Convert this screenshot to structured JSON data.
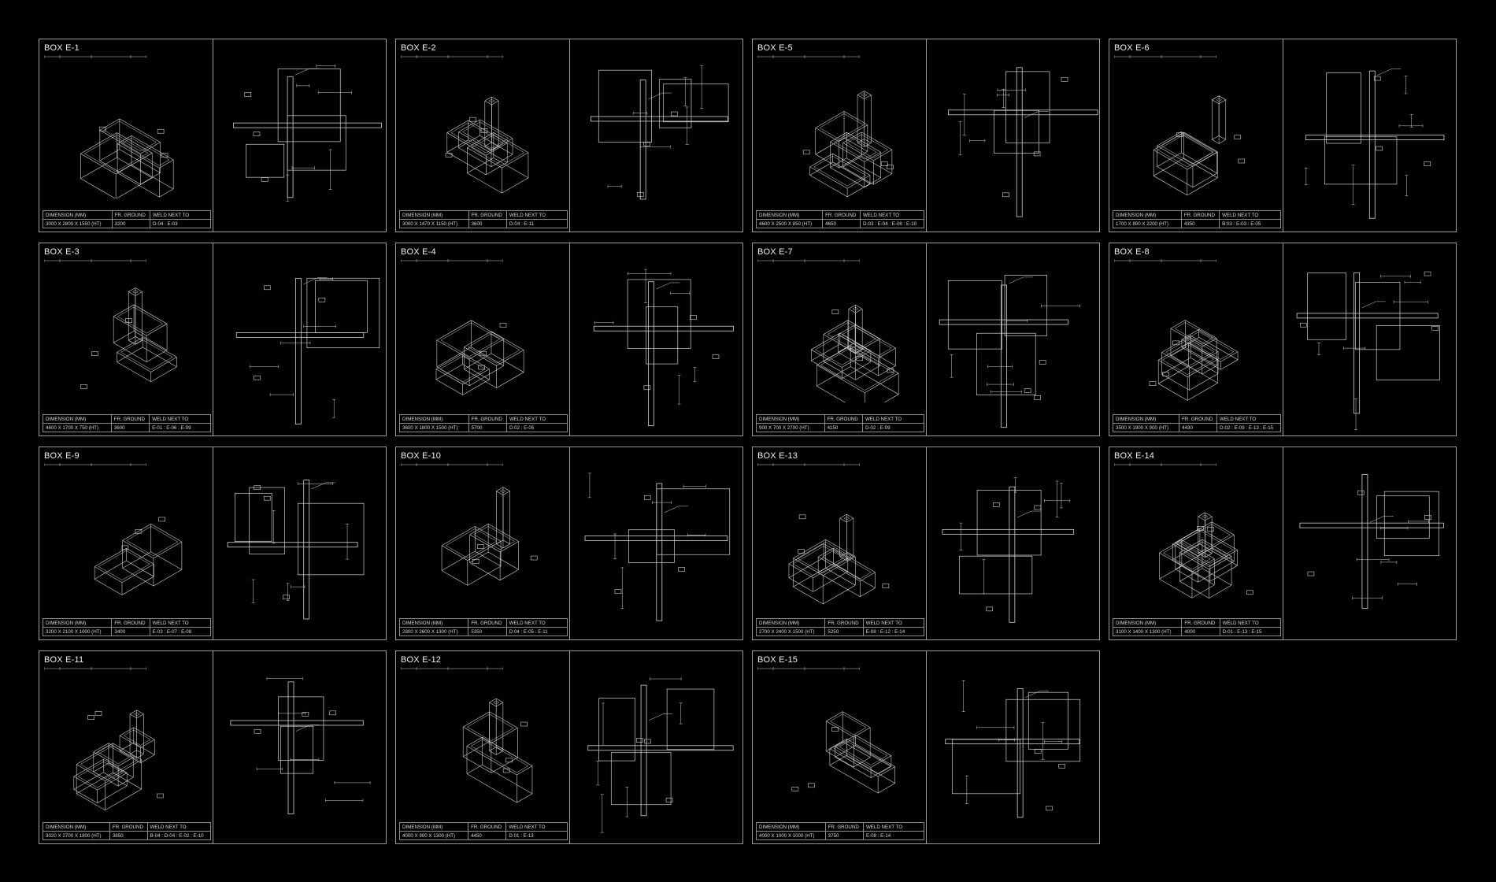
{
  "header": {
    "dimension": "DIMENSION (MM)",
    "ground": "FR. GROUND",
    "weld": "WELD NEXT TO"
  },
  "boxes": [
    {
      "title": "BOX E-1",
      "dimension": "3000 X 2800 X 1550 (HT)",
      "ground": "3200",
      "weld": "D-04 : E-03"
    },
    {
      "title": "BOX E-2",
      "dimension": "3000 X 1470 X 1150 (HT)",
      "ground": "3600",
      "weld": "D-04 : E-11"
    },
    {
      "title": "BOX E-5",
      "dimension": "4600 X 2500 X 850 (HT)",
      "ground": "4650",
      "weld": "D-03 : E-04 : E-06 : E-10"
    },
    {
      "title": "BOX E-6",
      "dimension": "1700 X 800 X 2200 (HT)",
      "ground": "4350",
      "weld": "B:03 : E-03 : E-05"
    },
    {
      "title": "BOX E-3",
      "dimension": "4600 X 1700 X 750 (HT)",
      "ground": "3600",
      "weld": "E-01 : E-06 : E-09"
    },
    {
      "title": "BOX E-4",
      "dimension": "3600 X 1800 X 1500 (HT)",
      "ground": "5700",
      "weld": "D:02 : E-05"
    },
    {
      "title": "BOX E-7",
      "dimension": "900 X 700 X 2700 (HT)",
      "ground": "4150",
      "weld": "D-02 : E-09"
    },
    {
      "title": "BOX E-8",
      "dimension": "3500 X 1900 X 900 (HT)",
      "ground": "4430",
      "weld": "D-02 : E-09 : E-13 : E-15"
    },
    {
      "title": "BOX E-9",
      "dimension": "3200 X 2100 X 1000 (HT)",
      "ground": "3400",
      "weld": "E-03 : E-07 : E-08"
    },
    {
      "title": "BOX E-10",
      "dimension": "2800 X 2600 X 1300 (HT)",
      "ground": "5350",
      "weld": "D:04 : E-05 : E-11"
    },
    {
      "title": "BOX E-13",
      "dimension": "2700 X 2400 X 1500 (HT)",
      "ground": "5250",
      "weld": "E-08 : E-12 : E-14"
    },
    {
      "title": "BOX E-14",
      "dimension": "3100 X 1400 X 1300 (HT)",
      "ground": "4000",
      "weld": "D-01 : E-13 : E-15"
    },
    {
      "title": "BOX E-11",
      "dimension": "3020 X 2700 X 1800 (HT)",
      "ground": "3850",
      "weld": "B-04 : D-04 : E-02 : E-10"
    },
    {
      "title": "BOX E-12",
      "dimension": "4000 X 900 X 1300 (HT)",
      "ground": "4450",
      "weld": "D:01 : E-13"
    },
    {
      "title": "BOX E-15",
      "dimension": "4000 X 1000 X 1000 (HT)",
      "ground": "3750",
      "weld": "E-08 : E-14"
    }
  ]
}
